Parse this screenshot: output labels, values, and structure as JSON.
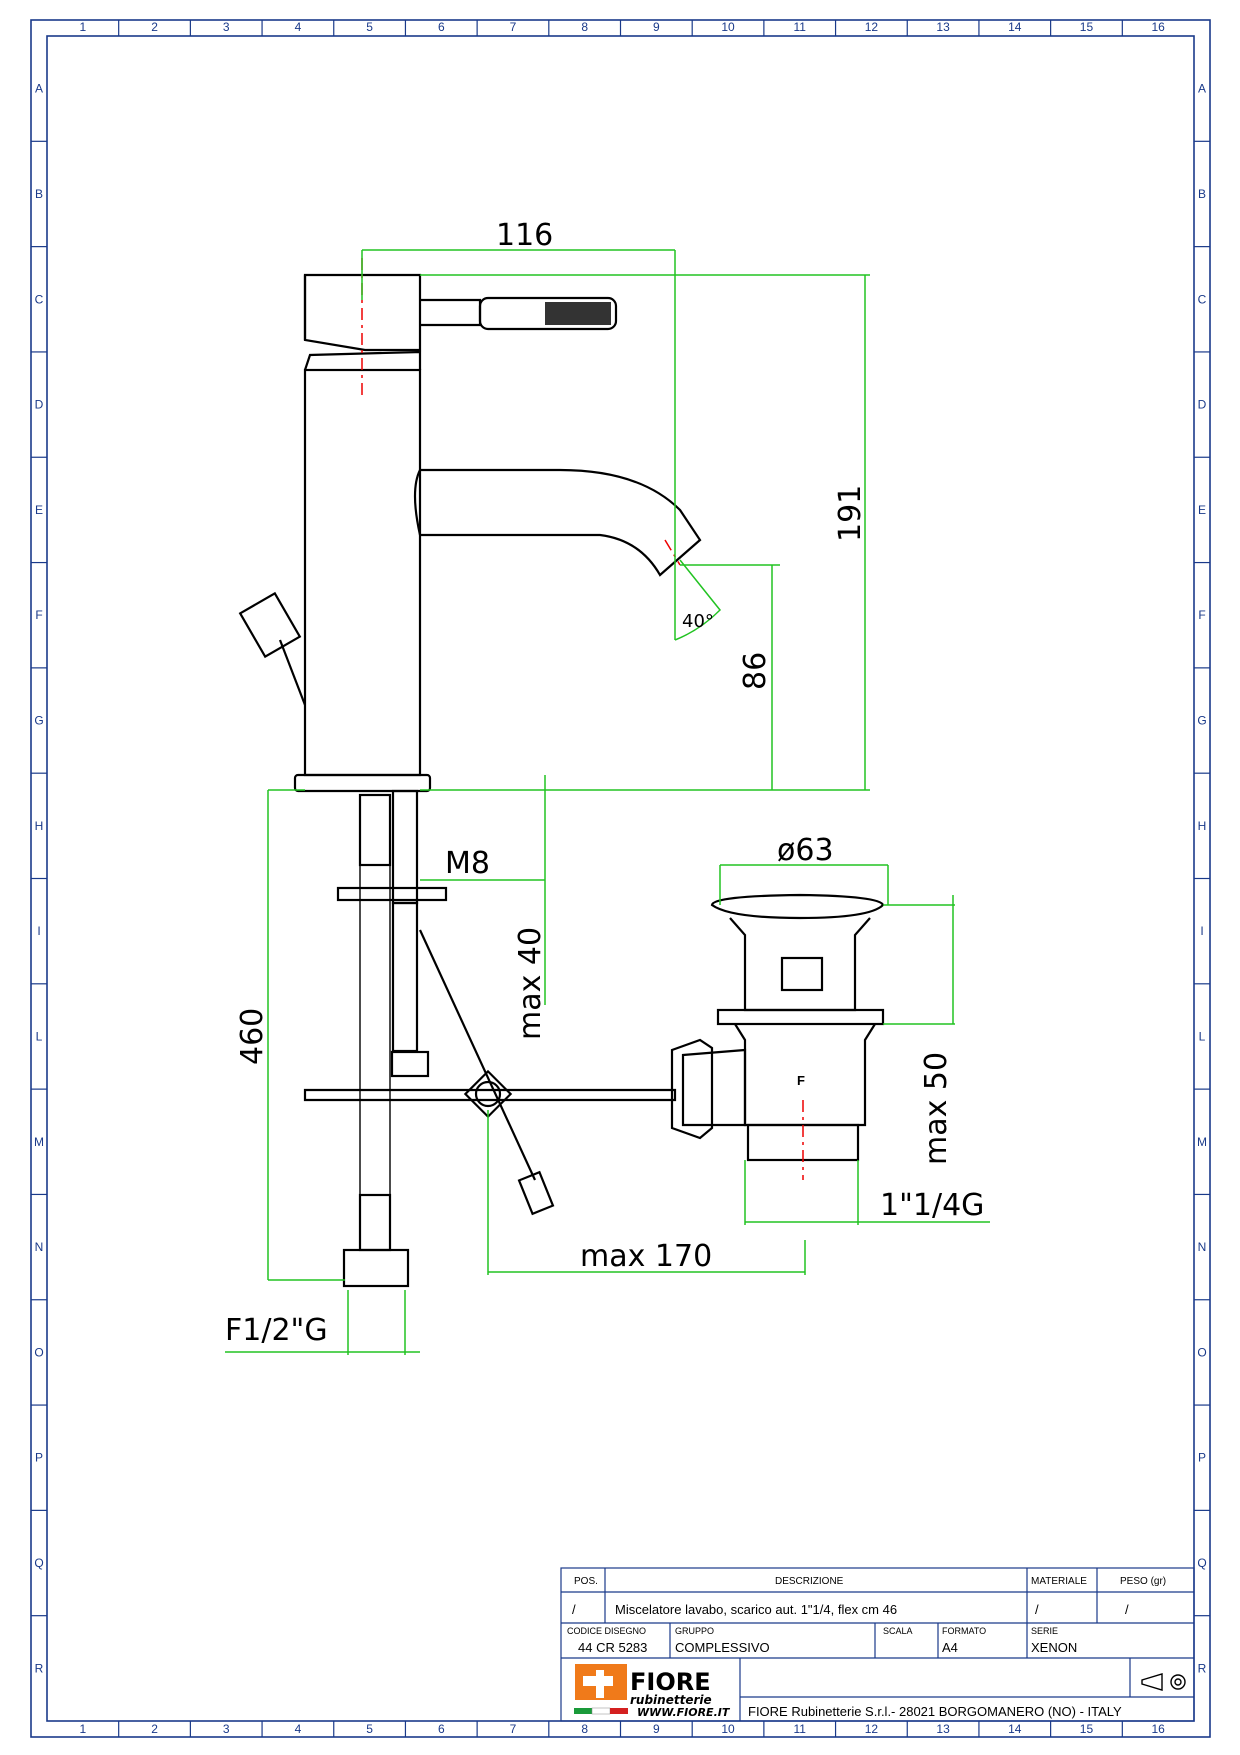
{
  "title_block": {
    "pos_header": "POS.",
    "pos_value": "/",
    "desc_header": "DESCRIZIONE",
    "desc_value": "Miscelatore lavabo, scarico aut. 1\"1/4, flex cm 46",
    "materiale_header": "MATERIALE",
    "materiale_value": "/",
    "peso_header": "PESO (gr)",
    "peso_value": "/",
    "codice_label": "CODICE DISEGNO",
    "codice_value": "44 CR 5283",
    "gruppo_label": "GRUPPO",
    "gruppo_value": "COMPLESSIVO",
    "scala_label": "SCALA",
    "formato_label": "FORMATO",
    "formato_value": "A4",
    "serie_label": "SERIE",
    "serie_value": "XENON",
    "logo_name": "FIORE",
    "logo_sub": "rubinetterie",
    "logo_url": "WWW.FIORE.IT",
    "company": "FIORE Rubinetterie S.r.l.- 28021 BORGOMANERO (NO) - ITALY",
    "projection_icon": "first-angle-projection-icon"
  },
  "grid": {
    "columns": [
      "1",
      "2",
      "3",
      "4",
      "5",
      "6",
      "7",
      "8",
      "9",
      "10",
      "11",
      "12",
      "13",
      "14",
      "15",
      "16"
    ],
    "rows": [
      "A",
      "B",
      "C",
      "D",
      "E",
      "F",
      "G",
      "H",
      "I",
      "L",
      "M",
      "N",
      "O",
      "P",
      "Q",
      "R"
    ]
  },
  "dimensions": {
    "d116": "116",
    "d191": "191",
    "d86": "86",
    "angle": "40°",
    "m8": "M8",
    "max40": "max 40",
    "d460": "460",
    "d63": "ø63",
    "max50": "max 50",
    "thread_waste": "1\"1/4G",
    "max170": "max 170",
    "thread_inlet": "F1/2\"G",
    "f_mark": "F"
  },
  "colors": {
    "frame": "#1a3a8a",
    "dimension": "#22c322",
    "axis": "#e00000",
    "part": "#000000"
  }
}
